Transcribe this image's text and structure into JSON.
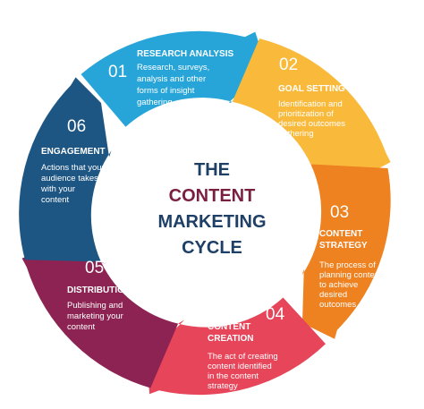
{
  "center": {
    "line1": "THE",
    "line2": "CONTENT",
    "line3": "MARKETING",
    "line4": "CYCLE"
  },
  "colors": {
    "navy": "#1f3a64",
    "maroon": "#7a1f3f",
    "text_dark": "#1e3f66"
  },
  "segments": [
    {
      "number": "01",
      "title": "RESEARCH ANALYSIS",
      "description": [
        "Research, surveys,",
        "analysis and other",
        "forms of insight",
        "gathering"
      ],
      "color": "#27a5d8"
    },
    {
      "number": "02",
      "title": "GOAL SETTING",
      "description": [
        "Identification and",
        "prioritization of",
        "desired outcomes",
        "gathering"
      ],
      "color": "#f9ba3c"
    },
    {
      "number": "03",
      "title": [
        "CONTENT",
        "STRATEGY"
      ],
      "description": [
        "The process of",
        "planning content",
        "to achieve",
        "desired",
        "outcomes"
      ],
      "color": "#ee8120"
    },
    {
      "number": "04",
      "title": [
        "CONTENT",
        "CREATION"
      ],
      "description": [
        "The act of creating",
        "content identified",
        "in the content",
        "strategy"
      ],
      "color": "#e6455a"
    },
    {
      "number": "05",
      "title": "DISTRIBUTION",
      "description": [
        "Publishing and",
        "marketing your",
        "content"
      ],
      "color": "#8c2353"
    },
    {
      "number": "06",
      "title": "ENGAGEMENT",
      "description": [
        "Actions that your",
        "audience takes",
        "with your",
        "content"
      ],
      "color": "#1e5683"
    }
  ]
}
